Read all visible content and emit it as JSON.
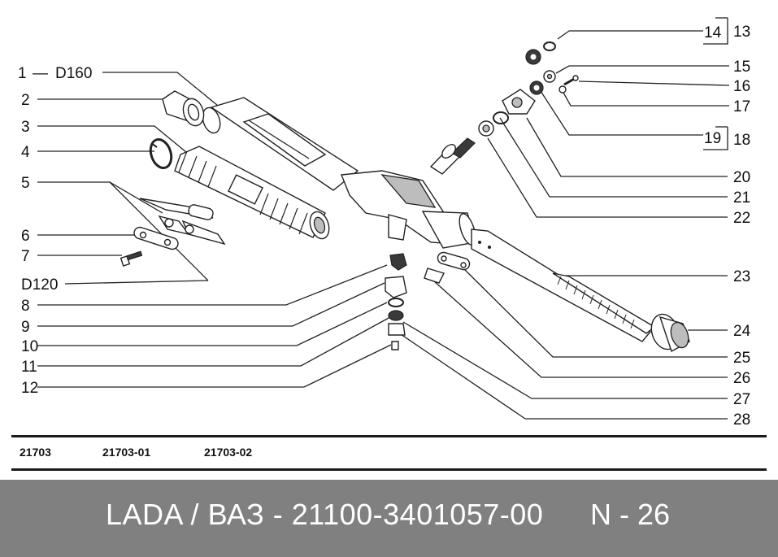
{
  "callouts": {
    "c1": "1",
    "c1_sep": "—",
    "c1_code": "D160",
    "c2": "2",
    "c3": "3",
    "c4": "4",
    "c5": "5",
    "c6": "6",
    "c7": "7",
    "d120": "D120",
    "c8": "8",
    "c9": "9",
    "c10": "10",
    "c11": "11",
    "c12": "12",
    "c13": "13",
    "c14": "14",
    "c15": "15",
    "c16": "16",
    "c17": "17",
    "c18": "18",
    "c19": "19",
    "c20": "20",
    "c21": "21",
    "c22": "22",
    "c23": "23",
    "c24": "24",
    "c25": "25",
    "c26": "26",
    "c27": "27",
    "c28": "28"
  },
  "models": [
    "21703",
    "21703-01",
    "21703-02"
  ],
  "footer": {
    "title": "LADA / ВАЗ - 21100-3401057-00",
    "page": "N - 26"
  },
  "colors": {
    "footer_bg": "#808080",
    "footer_text": "#ffffff",
    "line": "#222222"
  }
}
